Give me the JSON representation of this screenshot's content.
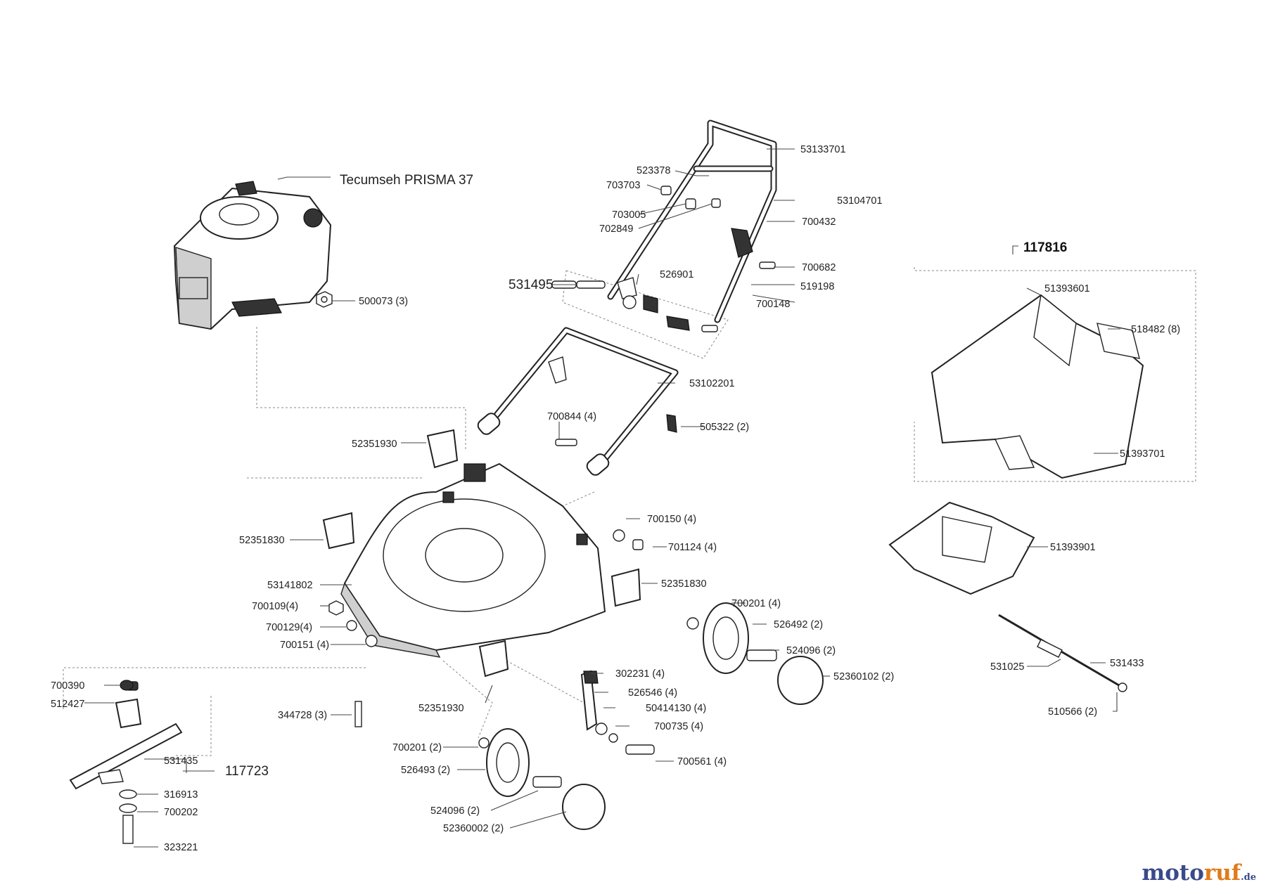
{
  "engine_label": "Tecumseh PRISMA 37",
  "part_numbers": {
    "p53133701": "53133701",
    "p523378": "523378",
    "p703703": "703703",
    "p53104701": "53104701",
    "p703005": "703005",
    "p700432": "700432",
    "p702849": "702849",
    "p700682": "700682",
    "p526901": "526901",
    "p519198": "519198",
    "p531495": "531495",
    "p700148": "700148",
    "p500073": "500073 (3)",
    "p53102201": "53102201",
    "p700844": "700844 (4)",
    "p505322": "505322 (2)",
    "p52351930a": "52351930",
    "p700150": "700150 (4)",
    "p52351830a": "52351830",
    "p701124": "701124 (4)",
    "p53141802": "53141802",
    "p52351830b": "52351830",
    "p700109": "700109(4)",
    "p700201a": "700201 (4)",
    "p700129": "700129(4)",
    "p526492": "526492 (2)",
    "p700151": "700151 (4)",
    "p524096a": "524096 (2)",
    "p52360102": "52360102 (2)",
    "p302231": "302231 (4)",
    "p700390": "700390",
    "p526546": "526546 (4)",
    "p512427": "512427",
    "p52351930b": "52351930",
    "p50414130": "50414130 (4)",
    "p344728": "344728 (3)",
    "p700735": "700735 (4)",
    "p700201b": "700201 (2)",
    "p531435": "531435",
    "p117723": "117723",
    "p700561": "700561 (4)",
    "p526493": "526493 (2)",
    "p316913": "316913",
    "p700202": "700202",
    "p524096b": "524096 (2)",
    "p52360002": "52360002 (2)",
    "p323221": "323221",
    "p117816": "117816",
    "p51393601": "51393601",
    "p518482": "518482 (8)",
    "p51393701": "51393701",
    "p51393901": "51393901",
    "p531025": "531025",
    "p531433": "531433",
    "p510566": "510566 (2)"
  },
  "watermark": {
    "brand_a": "moto",
    "brand_b": "ruf",
    "suffix": ".de"
  }
}
